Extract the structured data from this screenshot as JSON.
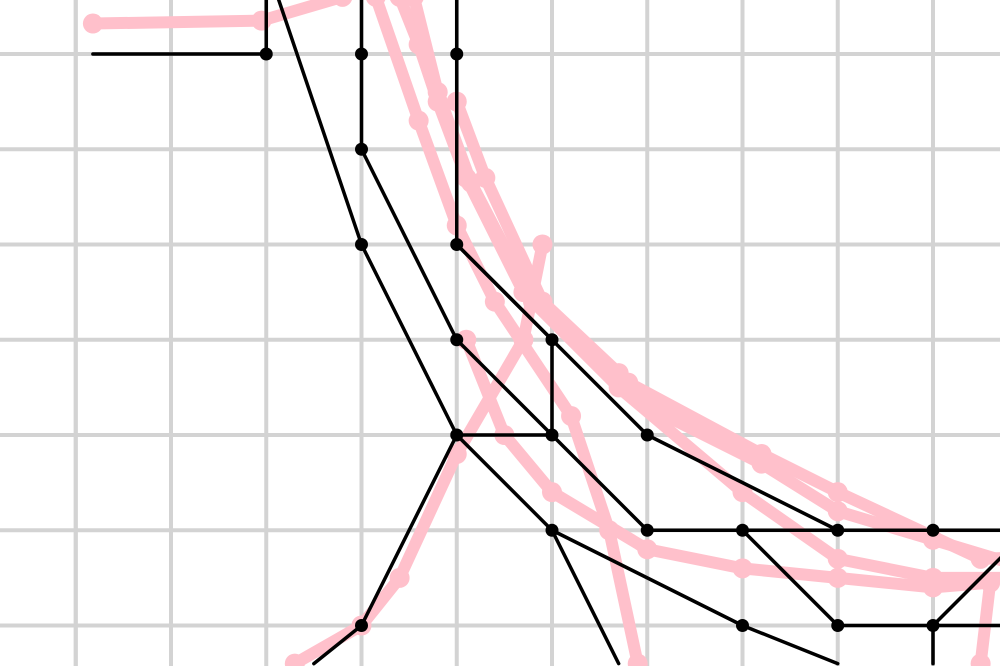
{
  "colors": {
    "background": "#ffffff",
    "grid": "#d3d3d3",
    "graph_edge": "#000000",
    "graph_node": "#000000",
    "trajectory": "#ffc0cb"
  },
  "graph": {
    "nodes": [
      {
        "id": "n1",
        "gx": 1,
        "gy": 0
      },
      {
        "id": "n2",
        "gx": 2,
        "gy": 0
      },
      {
        "id": "n3",
        "gx": 3,
        "gy": 0
      },
      {
        "id": "n4",
        "gx": 2,
        "gy": 1
      },
      {
        "id": "n5",
        "gx": 2,
        "gy": 2
      },
      {
        "id": "n6",
        "gx": 3,
        "gy": 2
      },
      {
        "id": "n7",
        "gx": 3,
        "gy": 3
      },
      {
        "id": "n8",
        "gx": 4,
        "gy": 3
      },
      {
        "id": "n9",
        "gx": 3,
        "gy": 4
      },
      {
        "id": "n10",
        "gx": 4,
        "gy": 4
      },
      {
        "id": "n11",
        "gx": 5,
        "gy": 4
      },
      {
        "id": "n12",
        "gx": 4,
        "gy": 5
      },
      {
        "id": "n13",
        "gx": 5,
        "gy": 5
      },
      {
        "id": "n14",
        "gx": 6,
        "gy": 5
      },
      {
        "id": "n15",
        "gx": 7,
        "gy": 5
      },
      {
        "id": "n16",
        "gx": 8,
        "gy": 5
      },
      {
        "id": "n17",
        "gx": 9,
        "gy": 5
      },
      {
        "id": "n18",
        "gx": 2,
        "gy": 6
      },
      {
        "id": "n19",
        "gx": 6,
        "gy": 6
      },
      {
        "id": "n20",
        "gx": 7,
        "gy": 6
      },
      {
        "id": "n21",
        "gx": 8,
        "gy": 6
      },
      {
        "id": "n22",
        "gx": 9,
        "gy": 6
      }
    ],
    "edges": [
      [
        [
          -0.82,
          0
        ],
        [
          1,
          0
        ]
      ],
      [
        [
          1,
          0
        ],
        [
          1,
          -0.6
        ]
      ],
      [
        [
          1.12,
          -0.6
        ],
        [
          2,
          2
        ]
      ],
      [
        [
          2,
          -0.6
        ],
        [
          2,
          0
        ]
      ],
      [
        [
          2,
          0
        ],
        [
          2,
          1
        ]
      ],
      [
        [
          2,
          1
        ],
        [
          3,
          3
        ]
      ],
      [
        [
          2,
          2
        ],
        [
          3,
          4
        ]
      ],
      [
        [
          3,
          -0.6
        ],
        [
          3,
          0
        ]
      ],
      [
        [
          3,
          0
        ],
        [
          3,
          2
        ]
      ],
      [
        [
          3,
          2
        ],
        [
          4,
          3
        ]
      ],
      [
        [
          3,
          2
        ],
        [
          5,
          4
        ]
      ],
      [
        [
          4,
          3
        ],
        [
          4,
          4
        ]
      ],
      [
        [
          3,
          3
        ],
        [
          4,
          4
        ]
      ],
      [
        [
          3,
          4
        ],
        [
          4,
          4
        ]
      ],
      [
        [
          4,
          4
        ],
        [
          5,
          5
        ]
      ],
      [
        [
          3,
          4
        ],
        [
          4,
          5
        ]
      ],
      [
        [
          3,
          4
        ],
        [
          2,
          6
        ]
      ],
      [
        [
          2,
          6
        ],
        [
          1.5,
          6.4
        ]
      ],
      [
        [
          4,
          5
        ],
        [
          4.7,
          6.4
        ]
      ],
      [
        [
          4,
          5
        ],
        [
          6,
          6
        ]
      ],
      [
        [
          6,
          6
        ],
        [
          7,
          6.4
        ]
      ],
      [
        [
          5,
          4
        ],
        [
          7,
          5
        ]
      ],
      [
        [
          5,
          5
        ],
        [
          7,
          5
        ]
      ],
      [
        [
          6,
          5
        ],
        [
          7,
          6
        ]
      ],
      [
        [
          7,
          5
        ],
        [
          9,
          5
        ]
      ],
      [
        [
          9,
          5
        ],
        [
          9.8,
          5
        ]
      ],
      [
        [
          7,
          6
        ],
        [
          9,
          6
        ]
      ],
      [
        [
          9,
          6
        ],
        [
          9.8,
          6
        ]
      ],
      [
        [
          9,
          5
        ],
        [
          8,
          6
        ]
      ],
      [
        [
          8,
          6
        ],
        [
          8,
          6.4
        ]
      ]
    ]
  },
  "trajectories": [
    {
      "points": [
        [
          -0.82,
          -0.32
        ],
        [
          0.95,
          -0.35
        ],
        [
          1.8,
          -0.6
        ]
      ]
    },
    {
      "points": [
        [
          2.15,
          -0.6
        ],
        [
          2.6,
          0.7
        ],
        [
          3.0,
          1.8
        ],
        [
          3.4,
          2.6
        ],
        [
          4.2,
          3.8
        ],
        [
          4.6,
          5.0
        ],
        [
          4.9,
          6.4
        ]
      ]
    },
    {
      "points": [
        [
          2.4,
          -0.6
        ],
        [
          2.6,
          -0.1
        ],
        [
          2.8,
          0.5
        ],
        [
          3.1,
          1.3
        ],
        [
          3.7,
          2.5
        ],
        [
          4.7,
          3.5
        ],
        [
          6.0,
          4.6
        ],
        [
          7.0,
          5.3
        ],
        [
          8.0,
          5.5
        ],
        [
          9.0,
          5.5
        ],
        [
          9.8,
          5.25
        ]
      ]
    },
    {
      "points": [
        [
          2.55,
          -0.6
        ],
        [
          2.8,
          0.4
        ],
        [
          3.15,
          1.35
        ],
        [
          3.8,
          2.6
        ],
        [
          4.8,
          3.45
        ],
        [
          6.2,
          4.2
        ],
        [
          7.0,
          4.6
        ],
        [
          8.5,
          5.3
        ],
        [
          9.8,
          5.25
        ]
      ]
    },
    {
      "points": [
        [
          3.0,
          0.5
        ],
        [
          3.3,
          1.3
        ],
        [
          3.9,
          2.6
        ],
        [
          4.7,
          3.35
        ],
        [
          5.2,
          3.8
        ],
        [
          6.2,
          4.3
        ],
        [
          7.0,
          4.8
        ],
        [
          8.0,
          5.1
        ],
        [
          9.0,
          5.4
        ],
        [
          9.8,
          5.25
        ]
      ]
    },
    {
      "points": [
        [
          1.3,
          6.4
        ],
        [
          2.0,
          6.0
        ],
        [
          2.4,
          5.5
        ],
        [
          3.0,
          4.2
        ],
        [
          3.7,
          3.0
        ],
        [
          3.9,
          2.0
        ]
      ]
    },
    {
      "points": [
        [
          3.1,
          3.0
        ],
        [
          3.5,
          4.0
        ],
        [
          4.0,
          4.6
        ],
        [
          5.0,
          5.2
        ],
        [
          6.0,
          5.4
        ],
        [
          7.0,
          5.5
        ],
        [
          8.0,
          5.6
        ],
        [
          8.6,
          5.55
        ],
        [
          8.5,
          6.4
        ]
      ]
    }
  ]
}
